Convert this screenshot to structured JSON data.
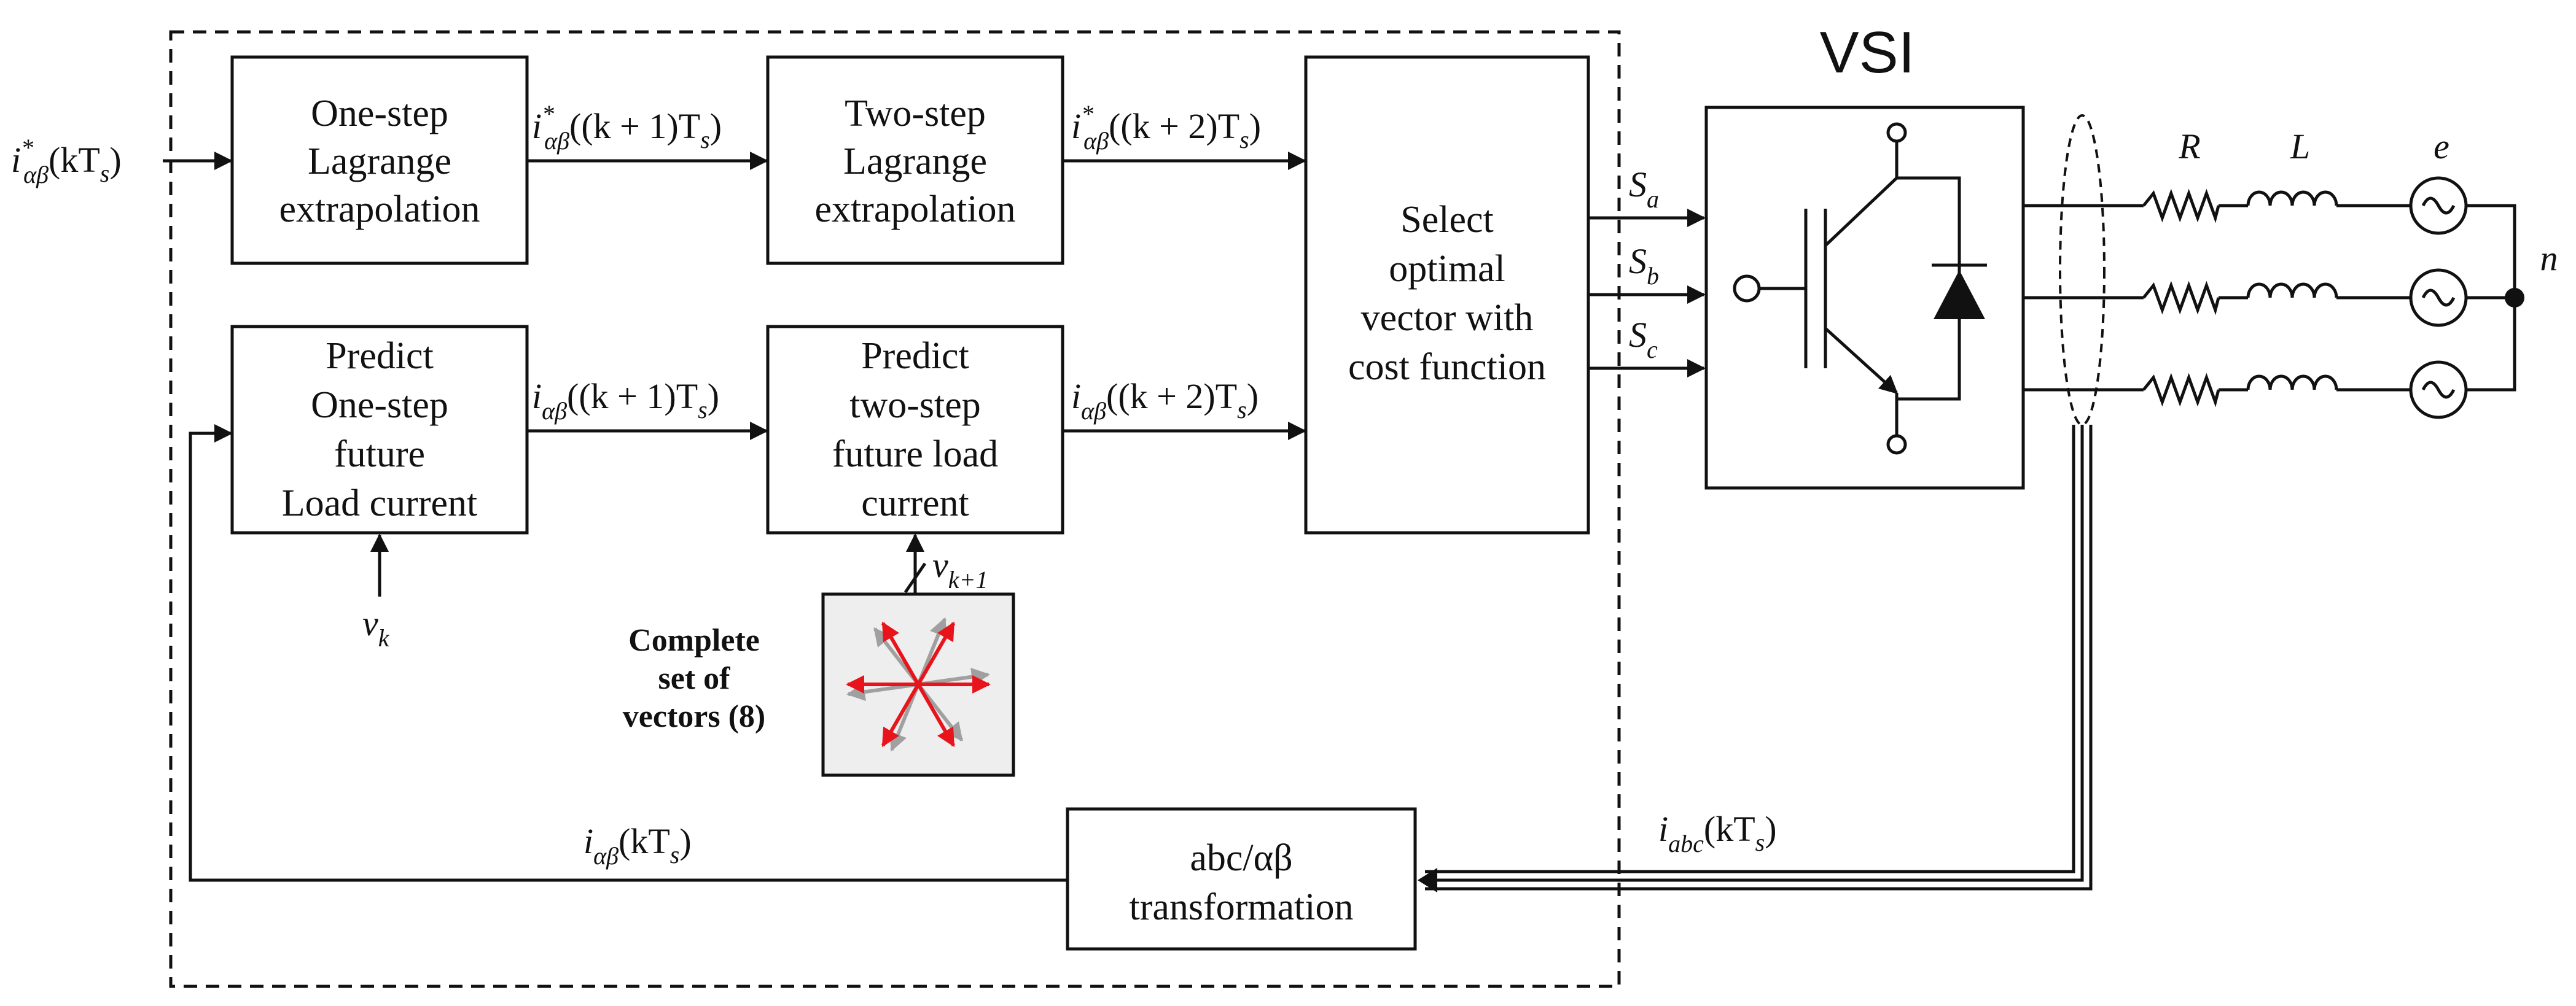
{
  "blocks": {
    "one_step_lagrange": [
      "One-step",
      "Lagrange",
      "extrapolation"
    ],
    "two_step_lagrange": [
      "Two-step",
      "Lagrange",
      "extrapolation"
    ],
    "predict_one_step": [
      "Predict",
      "One-step",
      "future",
      "Load current"
    ],
    "predict_two_step": [
      "Predict",
      "two-step",
      "future load",
      "current"
    ],
    "select_optimal": [
      "Select",
      "optimal",
      "vector with",
      "cost function"
    ],
    "abc_transform": [
      "abc/αβ",
      "transformation"
    ]
  },
  "signals": {
    "i_ref_k": {
      "main": "i",
      "sup": "*",
      "sub": "αβ",
      "arg": "(kT",
      "argsub": "s",
      "tail": ")"
    },
    "i_ref_k1": {
      "main": "i",
      "sup": "*",
      "sub": "αβ",
      "arg": "((k + 1)T",
      "argsub": "s",
      "tail": ")"
    },
    "i_ref_k2": {
      "main": "i",
      "sup": "*",
      "sub": "αβ",
      "arg": "((k + 2)T",
      "argsub": "s",
      "tail": ")"
    },
    "i_k1": {
      "main": "i",
      "sub": "αβ",
      "arg": "((k + 1)T",
      "argsub": "s",
      "tail": ")"
    },
    "i_k2": {
      "main": "i",
      "sub": "αβ",
      "arg": "((k + 2)T",
      "argsub": "s",
      "tail": ")"
    },
    "i_meas": {
      "main": "i",
      "sub": "αβ",
      "arg": "(kT",
      "argsub": "s",
      "tail": ")"
    },
    "i_abc": {
      "main": "i",
      "sub": "abc",
      "arg": "(kT",
      "argsub": "s",
      "tail": ")"
    },
    "v_k": {
      "main": "v",
      "sub": "k"
    },
    "v_k1": {
      "main": "v",
      "sub": "k+1"
    },
    "S_a": {
      "main": "S",
      "sub": "a"
    },
    "S_b": {
      "main": "S",
      "sub": "b"
    },
    "S_c": {
      "main": "S",
      "sub": "c"
    }
  },
  "vsi_label": "VSI",
  "load_labels": {
    "R": "R",
    "L": "L",
    "e": "e",
    "n": "n"
  },
  "vector_set_label": [
    "Complete",
    "set of",
    "vectors (8)"
  ],
  "colors": {
    "vector_red": "#e8141c",
    "vector_gray": "#a0a0a0",
    "vector_bg": "#eeeeee",
    "line": "#111111"
  }
}
